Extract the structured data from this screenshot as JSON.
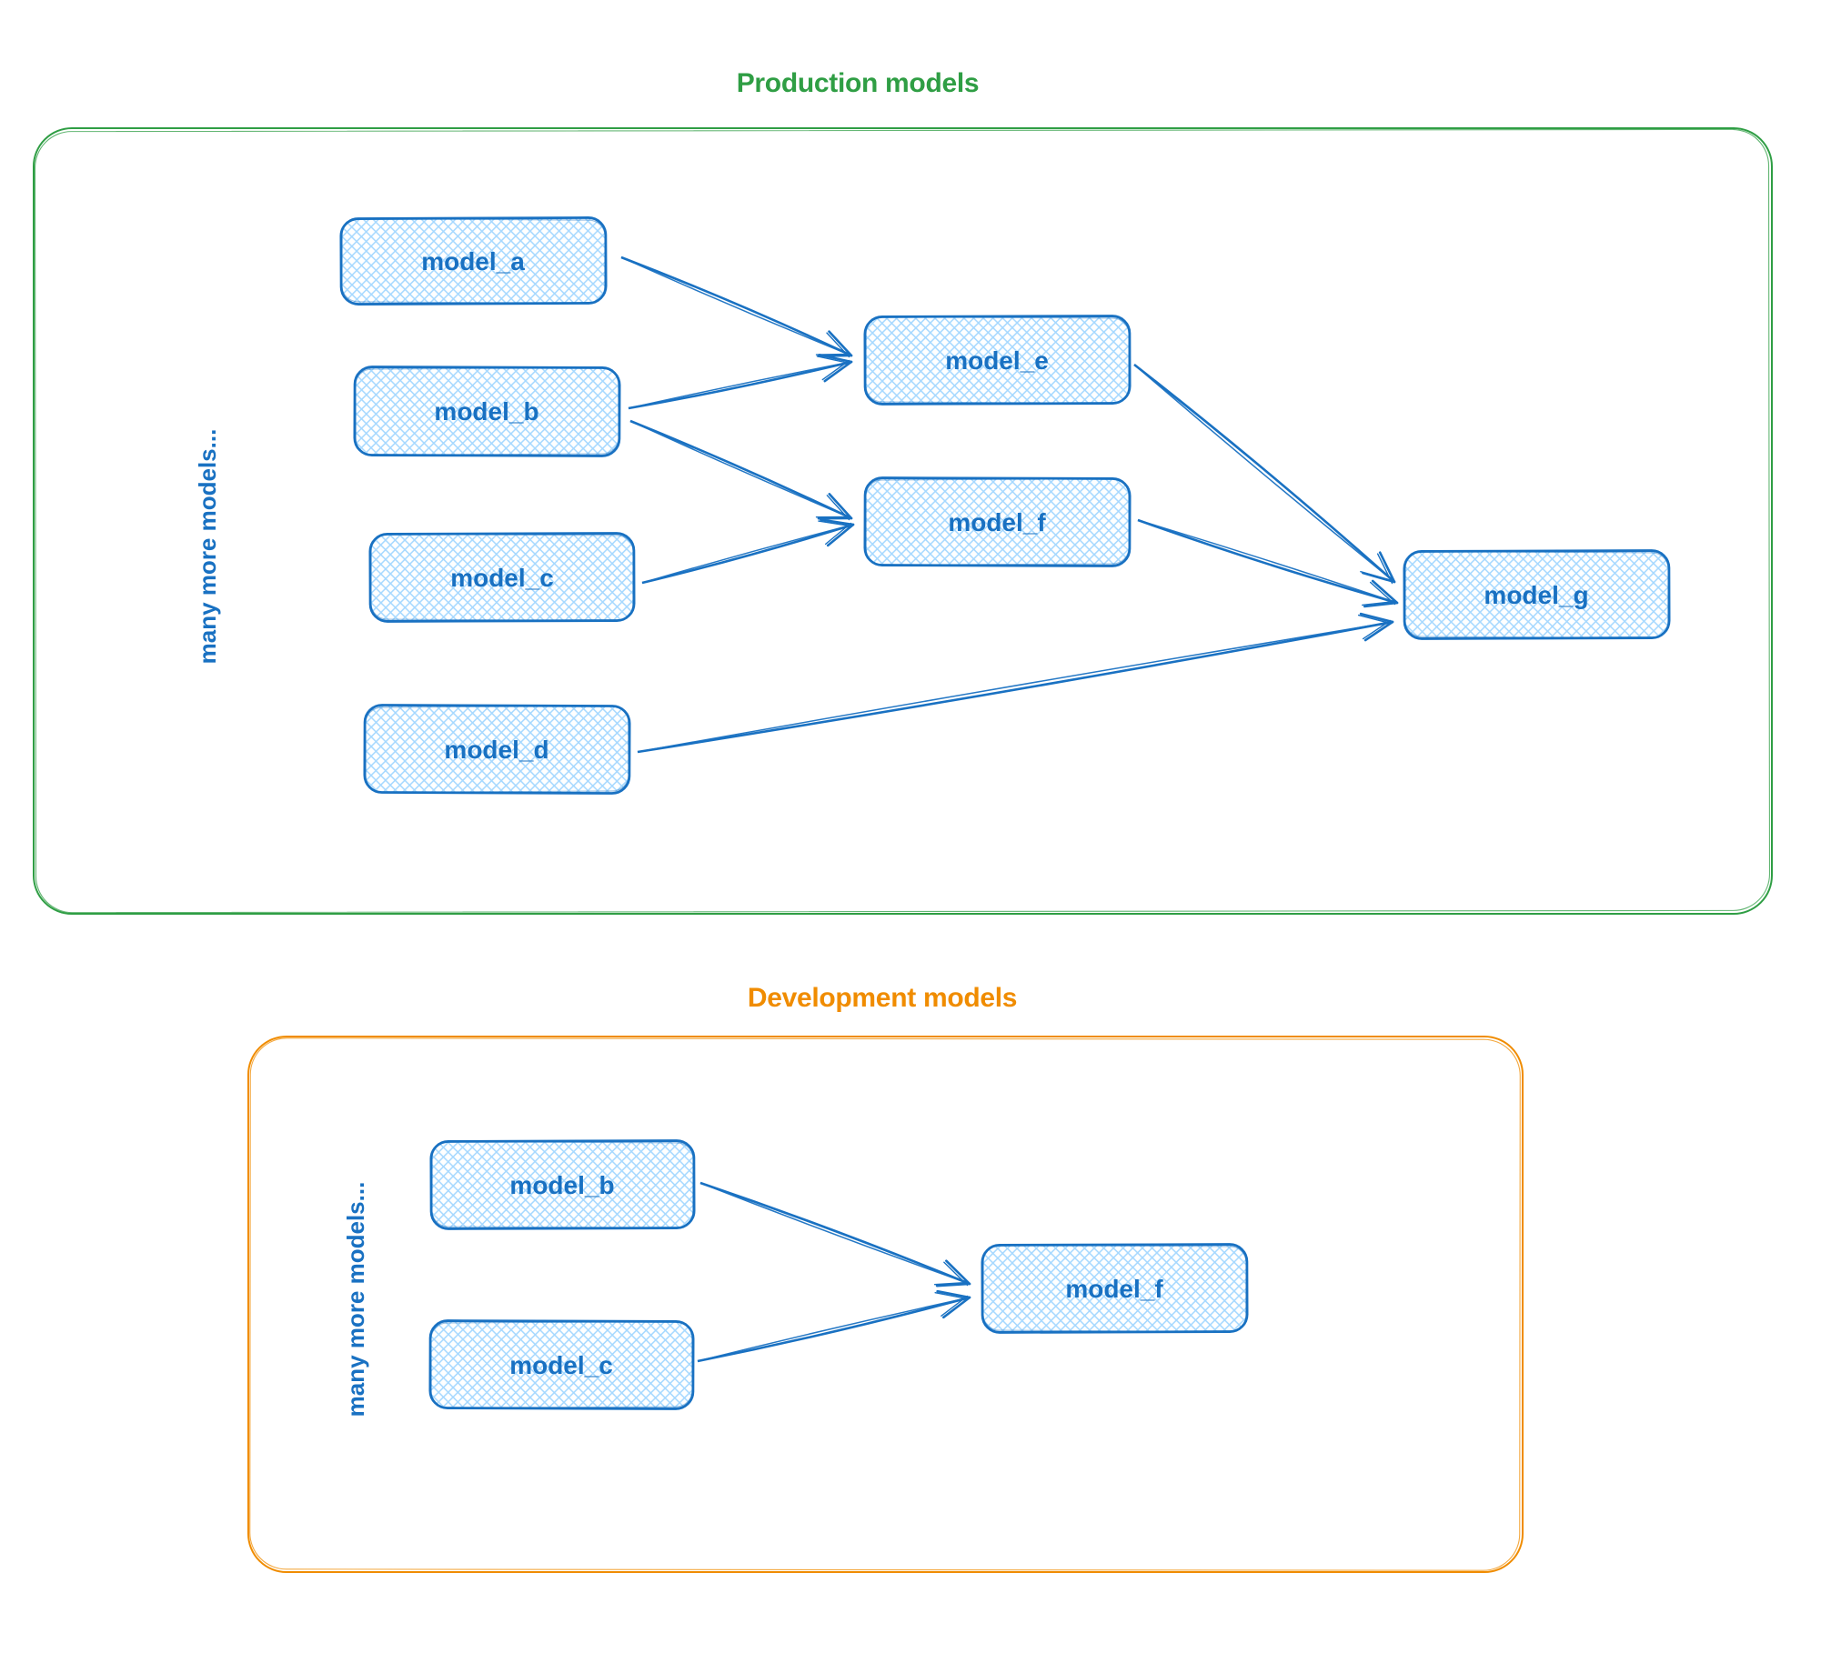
{
  "diagram": {
    "type": "dependency-graph",
    "style": "hand-drawn whiteboard (excalidraw-like)",
    "background_color": "#ffffff",
    "node_stroke_color": "#1971c2",
    "node_fill_color": "#a5d8ff",
    "node_fill_style": "cross-hatch",
    "arrow_color": "#1971c2",
    "groups": [
      {
        "id": "production",
        "title": "Production models",
        "accent_color": "#2f9e44",
        "side_label": "many more models...",
        "nodes": [
          {
            "id": "model_a",
            "label": "model_a"
          },
          {
            "id": "model_b",
            "label": "model_b"
          },
          {
            "id": "model_c",
            "label": "model_c"
          },
          {
            "id": "model_d",
            "label": "model_d"
          },
          {
            "id": "model_e",
            "label": "model_e"
          },
          {
            "id": "model_f",
            "label": "model_f"
          },
          {
            "id": "model_g",
            "label": "model_g"
          }
        ],
        "edges": [
          {
            "from": "model_a",
            "to": "model_e"
          },
          {
            "from": "model_b",
            "to": "model_e"
          },
          {
            "from": "model_b",
            "to": "model_f"
          },
          {
            "from": "model_c",
            "to": "model_f"
          },
          {
            "from": "model_e",
            "to": "model_g"
          },
          {
            "from": "model_f",
            "to": "model_g"
          },
          {
            "from": "model_d",
            "to": "model_g"
          }
        ]
      },
      {
        "id": "development",
        "title": "Development models",
        "accent_color": "#f08c00",
        "side_label": "many more models...",
        "nodes": [
          {
            "id": "model_b",
            "label": "model_b"
          },
          {
            "id": "model_c",
            "label": "model_c"
          },
          {
            "id": "model_f",
            "label": "model_f"
          }
        ],
        "edges": [
          {
            "from": "model_b",
            "to": "model_f"
          },
          {
            "from": "model_c",
            "to": "model_f"
          }
        ]
      }
    ]
  }
}
